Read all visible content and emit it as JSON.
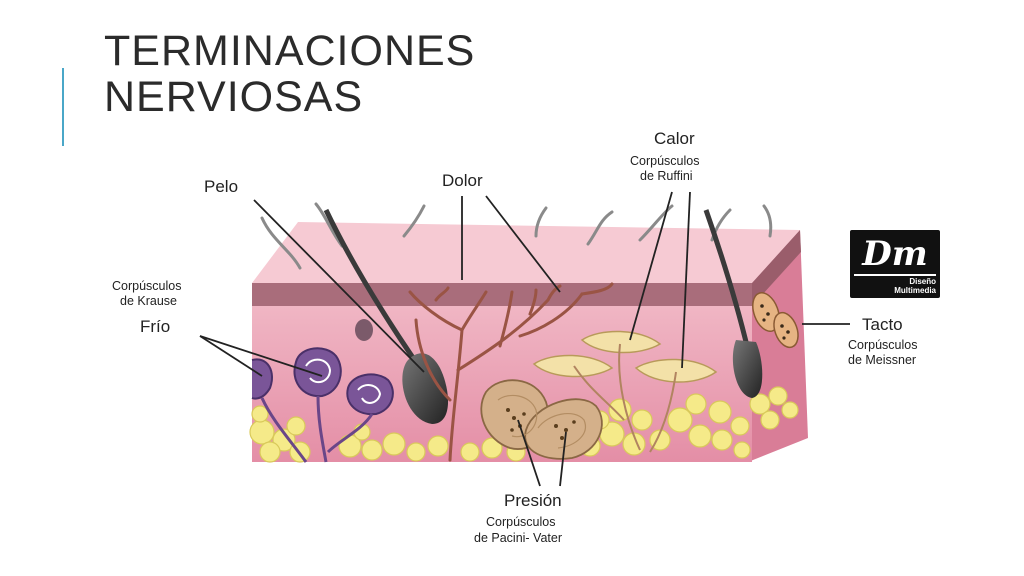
{
  "slide": {
    "title_line1": "TERMINACIONES",
    "title_line2": "NERVIOSAS"
  },
  "diagram": {
    "labels": {
      "pelo": "Pelo",
      "dolor": "Dolor",
      "calor": "Calor",
      "ruffini_line1": "Corpúsculos",
      "ruffini_line2": "de Ruffini",
      "krause_line1": "Corpúsculos",
      "krause_line2": "de Krause",
      "frio": "Frío",
      "tacto": "Tacto",
      "meissner_line1": "Corpúsculos",
      "meissner_line2": "de Meissner",
      "presion": "Presión",
      "pacini_line1": "Corpúsculos",
      "pacini_line2": "de Pacini- Vater"
    }
  },
  "logo": {
    "mark": "Dm",
    "text_line1": "Diseño",
    "text_line2": "Multimedia"
  },
  "colors": {
    "accent": "#4aa7c8",
    "title": "#2b2b2b",
    "skin_top": "#f1bfc9",
    "epidermis": "#a86c7a",
    "dermis": "#e9a3b4",
    "fat": "#f4e98a",
    "nerve_pain": "#a0584a",
    "krause": "#6e4c90",
    "hair": "#3a3a3a"
  }
}
